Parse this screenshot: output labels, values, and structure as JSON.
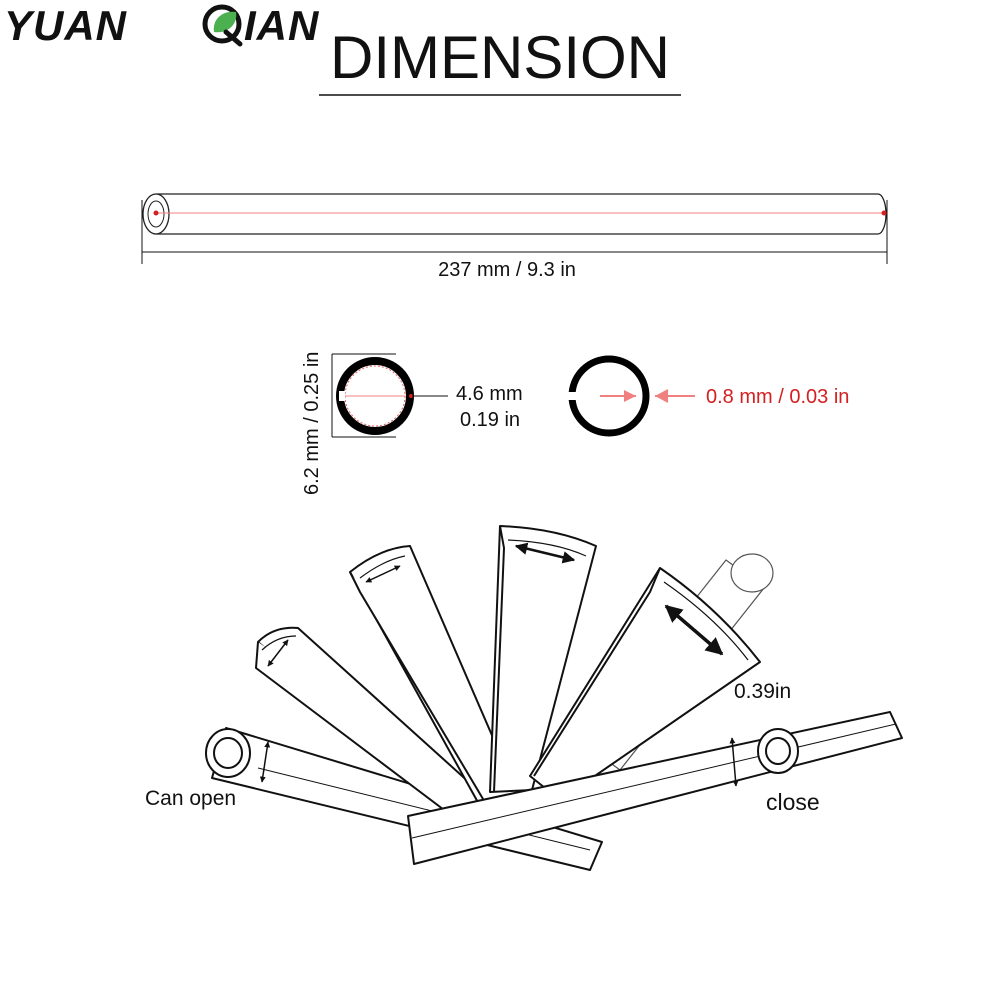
{
  "brand": {
    "name_left": "YUAN",
    "name_right": "IAN"
  },
  "title": "DIMENSION",
  "length": {
    "label": "237 mm / 9.3 in"
  },
  "cross_section": {
    "outer_label": "6.2 mm / 0.25 in",
    "inner_label_mm": "4.6 mm",
    "inner_label_in": "0.19 in",
    "wall_label": "0.8 mm / 0.03 in"
  },
  "fan": {
    "open_label": "Can open",
    "close_label": "close",
    "spread_label": "0.39in"
  },
  "colors": {
    "accent_red": "#d42020",
    "arrow_pink": "#f08080",
    "logo_green": "#4caf50",
    "ink": "#111111"
  }
}
